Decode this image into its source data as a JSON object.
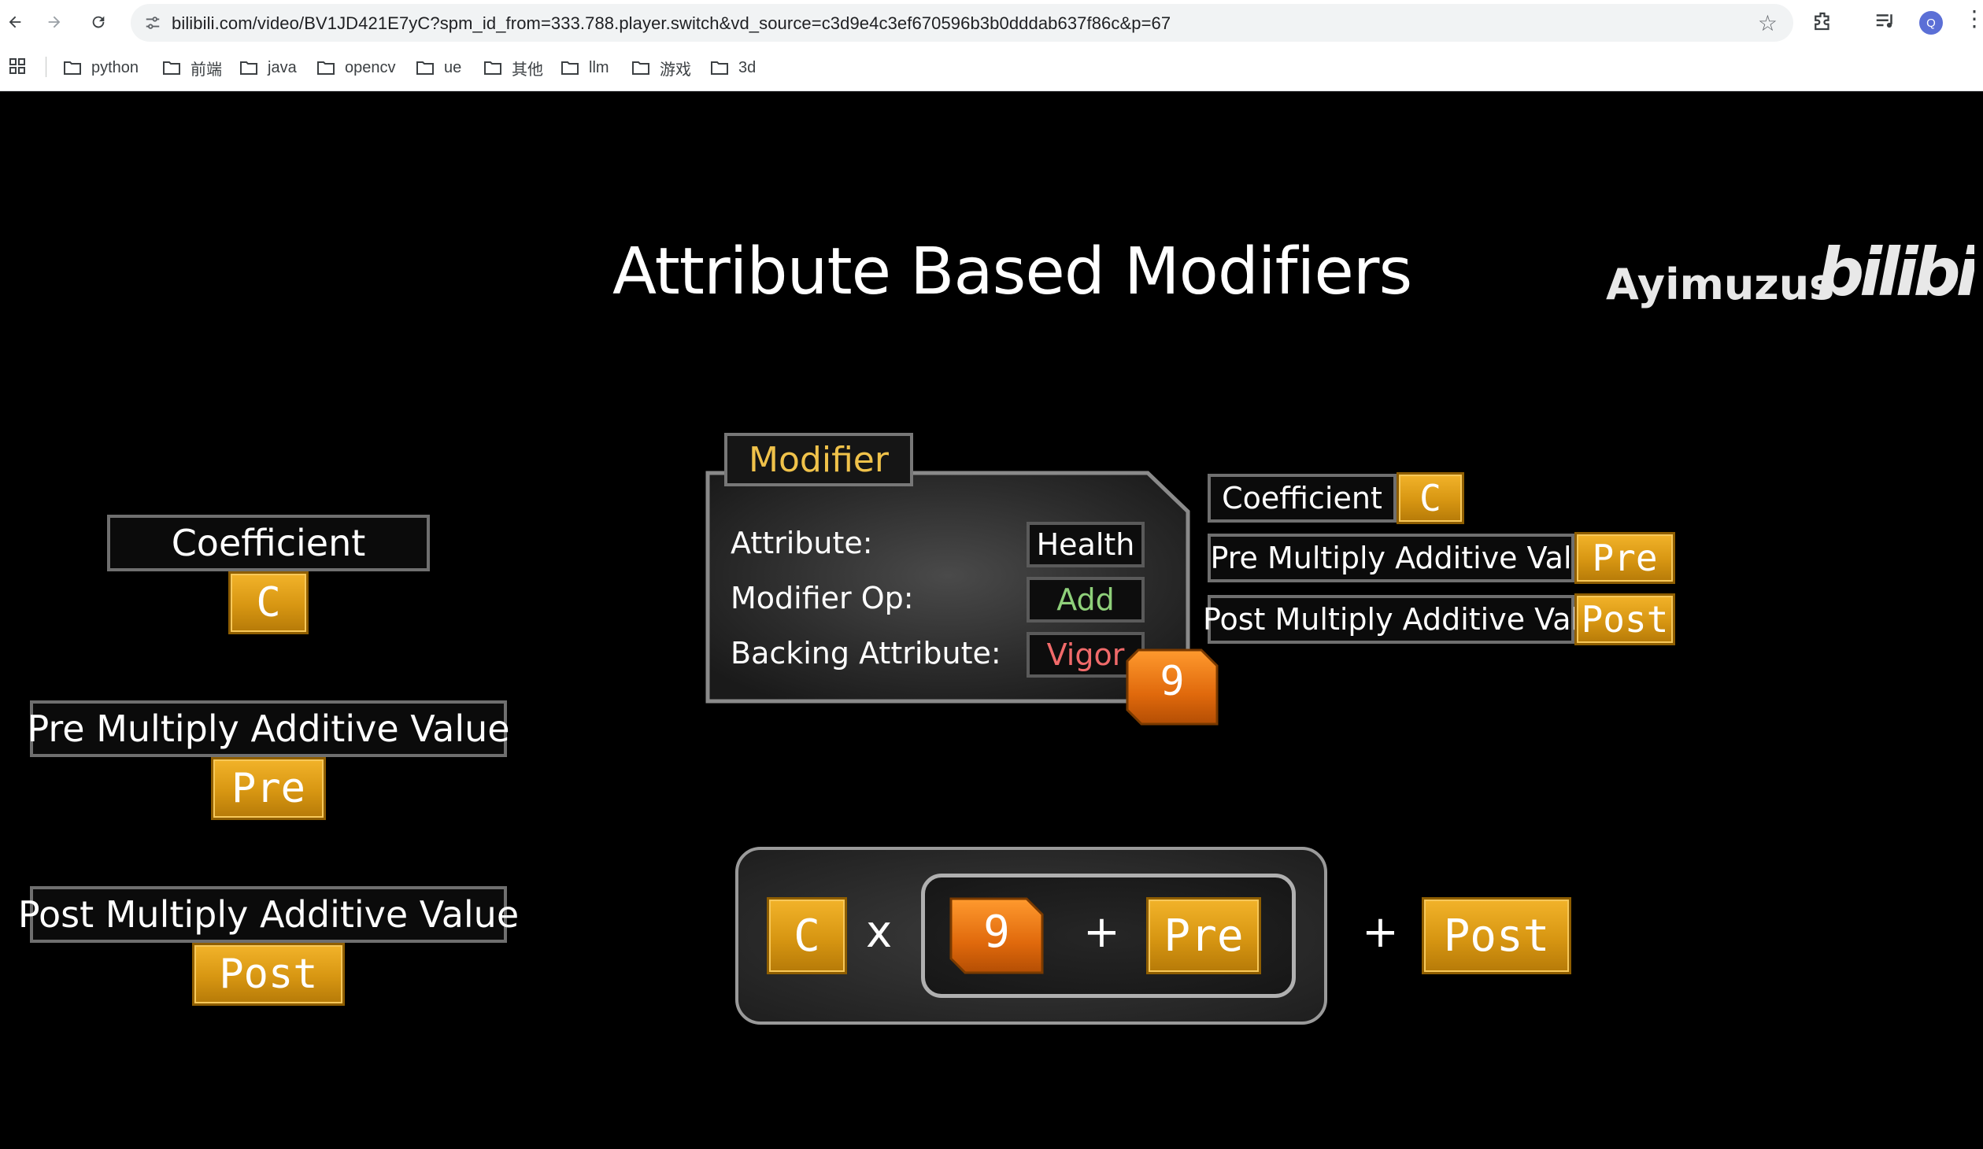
{
  "browser": {
    "url": "bilibili.com/video/BV1JD421E7yC?spm_id_from=333.788.player.switch&vd_source=c3d9e4c3ef670596b3b0dddab637f86c&p=67",
    "profile_initial": "Q",
    "bookmarks": [
      "python",
      "前端",
      "java",
      "opencv",
      "ue",
      "其他",
      "llm",
      "游戏",
      "3d"
    ]
  },
  "slide": {
    "title": "Attribute Based Modifiers",
    "watermark_author": "Ayimuzus",
    "watermark_brand": "bilibili",
    "left_panel": {
      "coefficient_label": "Coefficient",
      "coefficient_value": "C",
      "pre_label": "Pre Multiply Additive Value",
      "pre_value": "Pre",
      "post_label": "Post Multiply Additive Value",
      "post_value": "Post"
    },
    "modifier": {
      "tab_label": "Modifier",
      "rows": [
        {
          "label": "Attribute:",
          "value": "Health",
          "color": "#ffffff"
        },
        {
          "label": "Modifier Op:",
          "value": "Add",
          "color": "#8fd07a"
        },
        {
          "label": "Backing Attribute:",
          "value": "Vigor",
          "color": "#f06a6a"
        }
      ],
      "backing_value": "9"
    },
    "right_panel": {
      "coefficient_label": "Coefficient",
      "coefficient_value": "C",
      "pre_label": "Pre Multiply Additive Val",
      "pre_value": "Pre",
      "post_label": "Post Multiply Additive Val",
      "post_value": "Post"
    },
    "formula": {
      "coefficient": "C",
      "multiply": "x",
      "backing": "9",
      "plus_inner": "+",
      "pre": "Pre",
      "plus_outer": "+",
      "post": "Post"
    },
    "colors": {
      "gold": "#e0a01c",
      "orange": "#f07d1a",
      "modifier_tab_text": "#f0c24a"
    }
  }
}
